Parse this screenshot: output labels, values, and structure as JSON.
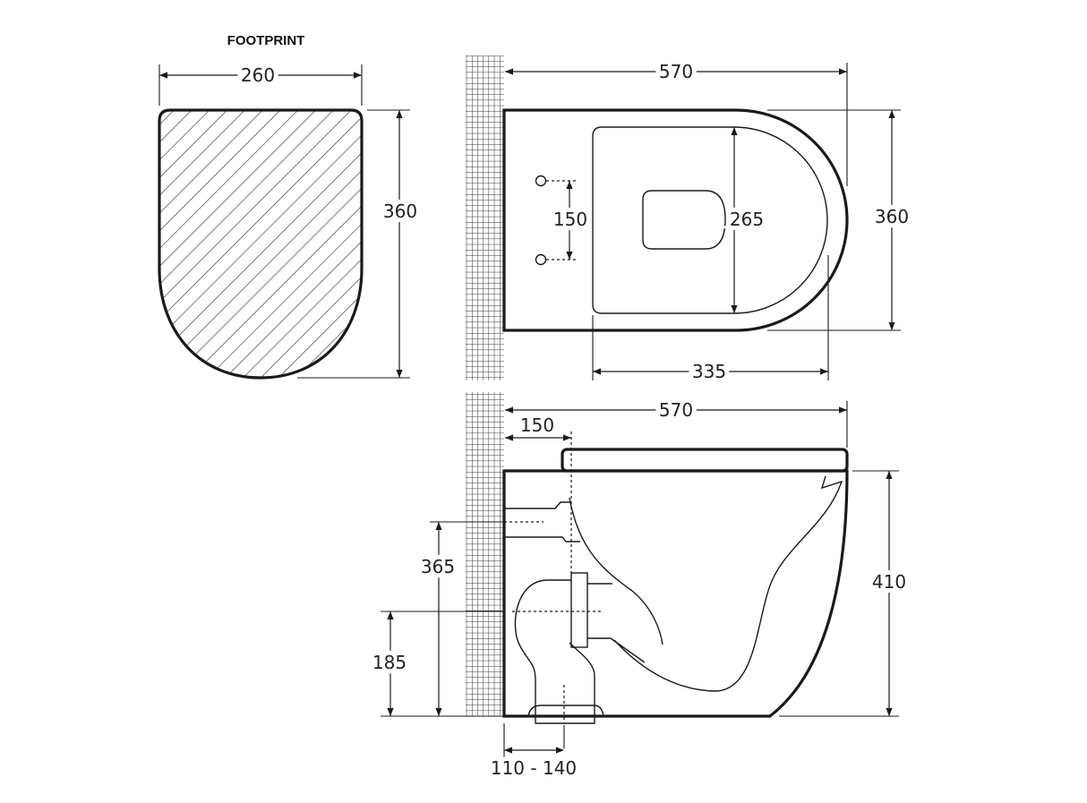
{
  "footprint": {
    "title": "FOOTPRINT",
    "width": "260",
    "depth": "360"
  },
  "top_view": {
    "length": "570",
    "fixing_spacing": "150",
    "seat_width": "265",
    "width": "360",
    "seat_length": "335"
  },
  "side_view": {
    "length": "570",
    "outlet_offset": "150",
    "inlet_height": "365",
    "outlet_height": "185",
    "height": "410",
    "floor_outlet_range": "110 - 140"
  }
}
